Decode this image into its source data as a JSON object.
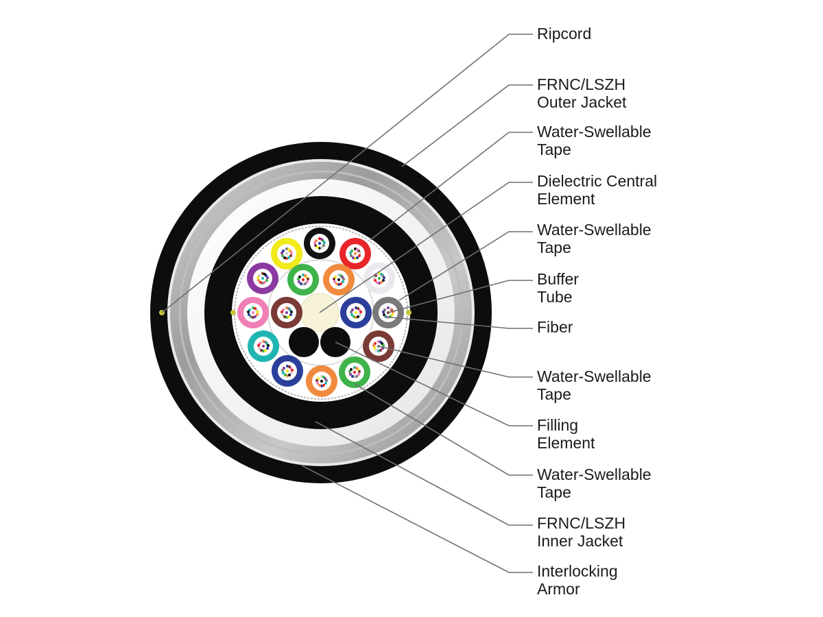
{
  "callouts": [
    {
      "id": "ripcord",
      "lines": [
        "Ripcord",
        ""
      ]
    },
    {
      "id": "outer-jacket",
      "lines": [
        "FRNC/LSZH",
        "Outer Jacket"
      ]
    },
    {
      "id": "water-swellable-tape-1",
      "lines": [
        "Water-Swellable",
        "Tape"
      ]
    },
    {
      "id": "dielectric-central-element",
      "lines": [
        "Dielectric Central",
        "Element"
      ]
    },
    {
      "id": "water-swellable-tape-2",
      "lines": [
        "Water-Swellable",
        "Tape"
      ]
    },
    {
      "id": "buffer-tube",
      "lines": [
        "Buffer",
        "Tube"
      ]
    },
    {
      "id": "fiber",
      "lines": [
        "Fiber",
        ""
      ]
    },
    {
      "id": "water-swellable-tape-3",
      "lines": [
        "Water-Swellable",
        "Tape"
      ]
    },
    {
      "id": "filling-element",
      "lines": [
        "Filling",
        "Element"
      ]
    },
    {
      "id": "water-swellable-tape-4",
      "lines": [
        "Water-Swellable",
        "Tape"
      ]
    },
    {
      "id": "inner-jacket",
      "lines": [
        "FRNC/LSZH",
        "Inner Jacket"
      ]
    },
    {
      "id": "interlocking-armor",
      "lines": [
        "Interlocking",
        "Armor"
      ]
    }
  ],
  "colors": {
    "jacket": "#0d0d0d",
    "armor": "#a9a9a9",
    "tape": "#ffffff",
    "central_element": "#f6f3d8",
    "filling_element": "#0d0d0d",
    "leader_line": "#6e6e6e"
  },
  "buffer_tube_colors": {
    "outer_ring": [
      "#111111",
      "#e8262a",
      "#e9e9ee",
      "#7a7a7a",
      "#7a3a35",
      "#3fb34a",
      "#f08a3e",
      "#2b3f9a",
      "#1fb5b0",
      "#f07fb6",
      "#8a3aa0",
      "#f2ea1a"
    ],
    "inner_ring": [
      "#3fb34a",
      "#f08a3e",
      "#2b3f9a",
      "#7a3a35"
    ]
  }
}
